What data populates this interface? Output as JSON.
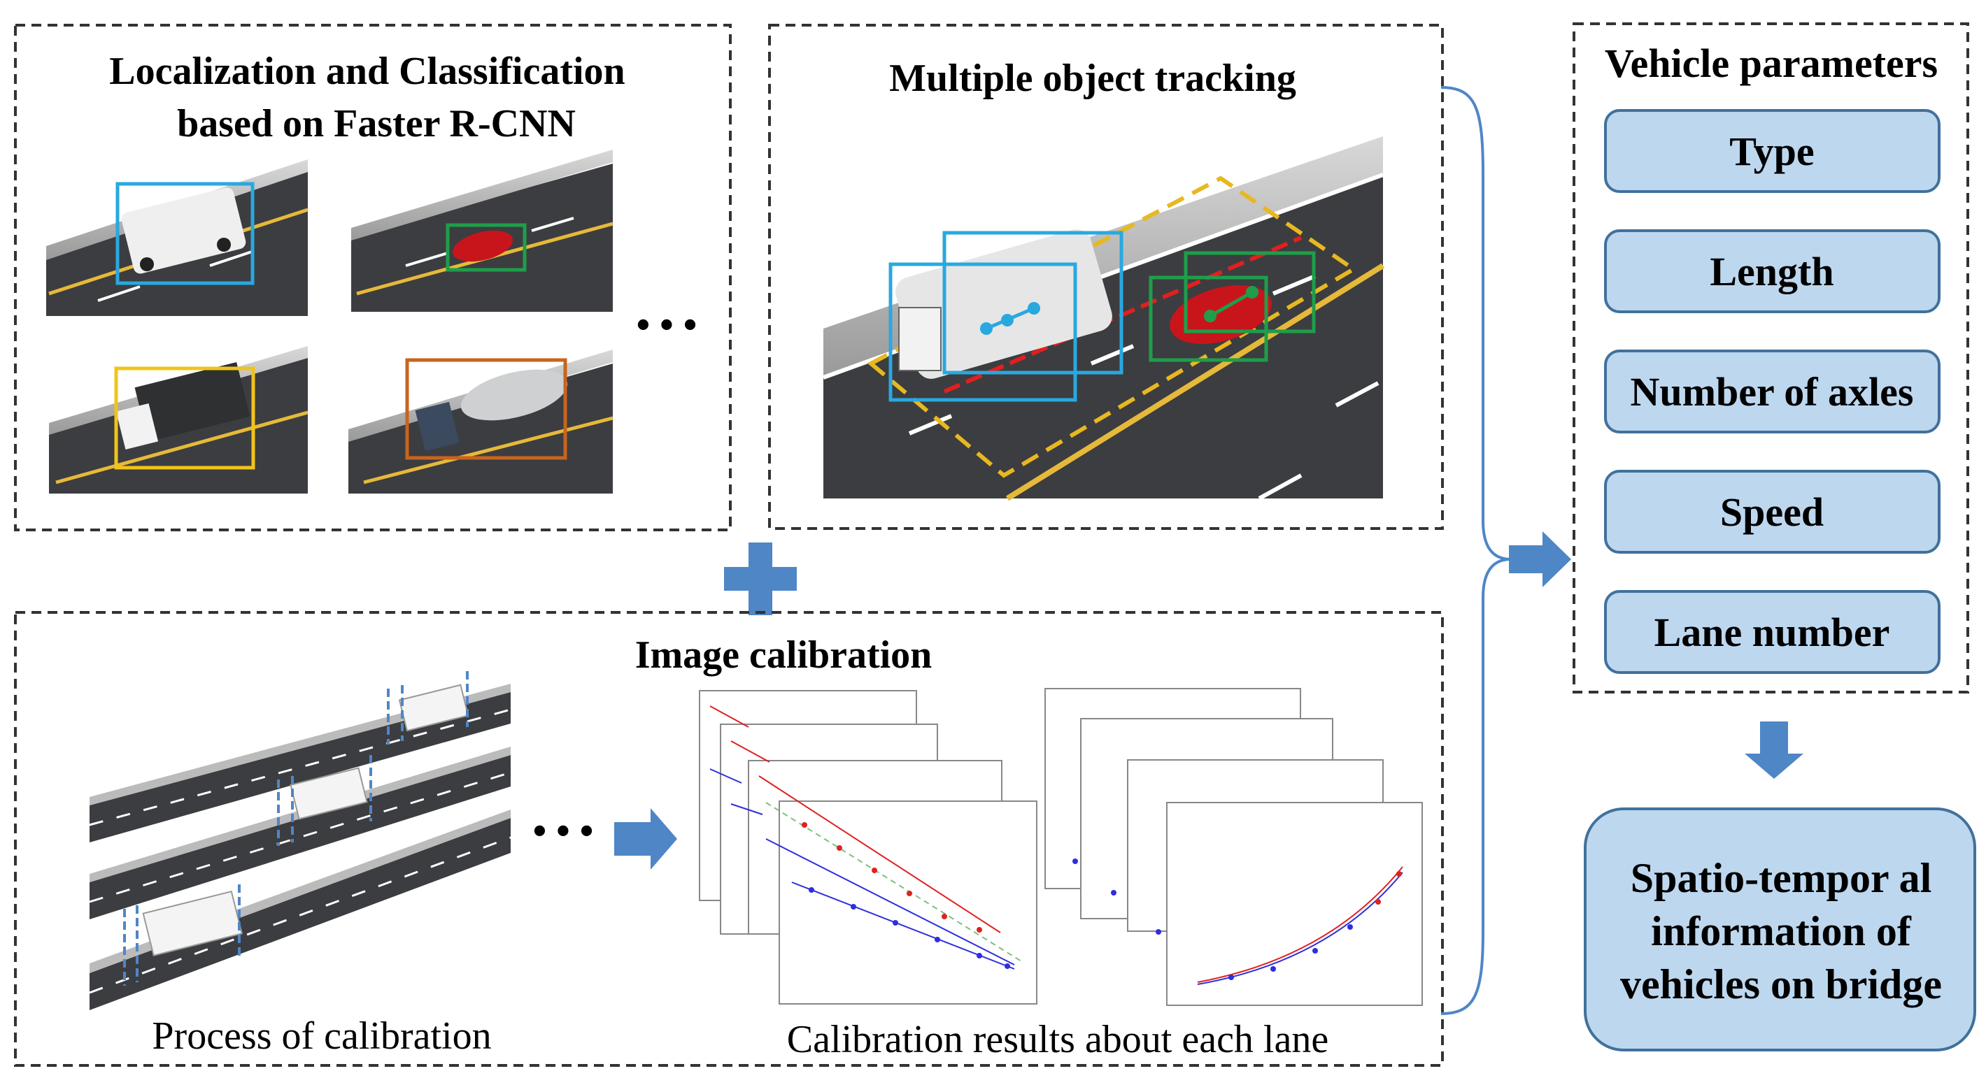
{
  "panels": {
    "detection": {
      "title_line1": "Localization  and Classification",
      "title_line2": "based on Faster R-CNN",
      "ellipsis": "• • •"
    },
    "tracking": {
      "title": "Multiple  object  tracking"
    },
    "calibration": {
      "title": "Image  calibration",
      "process_caption": "Process of calibration",
      "results_caption": "Calibration  results about each lane",
      "ellipsis": "• • •"
    }
  },
  "parameters": {
    "title": "Vehicle parameters",
    "items": [
      "Type",
      "Length",
      "Number  of axles",
      "Speed",
      "Lane  number"
    ]
  },
  "output": {
    "line1": "Spatio-tempor al",
    "line2": "information  of",
    "line3": "vehicles on bridge"
  },
  "colors": {
    "flow_arrow": "#4f86c6",
    "param_box_fill": "#bdd7ee",
    "param_box_border": "#41719c",
    "road": "#3c3d40",
    "bbox_blue": "#29a8e0",
    "bbox_green": "#1e9e4a",
    "bbox_yellow": "#f0c419",
    "bbox_orange": "#c8641e",
    "track_dashed": "#e8b820"
  }
}
